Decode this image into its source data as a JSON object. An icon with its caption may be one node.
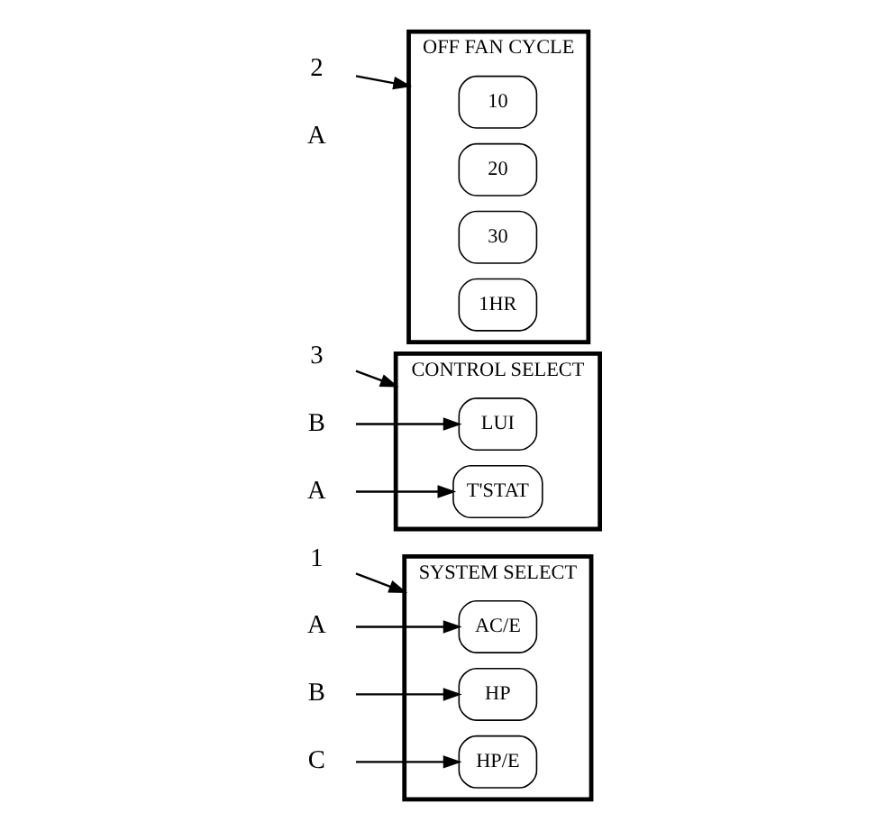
{
  "diagram": {
    "nodes": [
      {
        "text": [
          "SYSTEM SELECT"
        ]
      },
      {
        "text": [
          "AC/E"
        ],
        "in": 0
      },
      {
        "text": [
          "HP"
        ],
        "in": 0
      },
      {
        "text": [
          "HP/E"
        ],
        "in": 0
      },
      {
        "text": [
          "CONTROL SELECT"
        ]
      },
      {
        "text": [
          "LUI"
        ],
        "in": 4
      },
      {
        "text": [
          "T'STAT"
        ],
        "in": 4
      },
      {
        "text": [
          "OFF FAN CYCLE"
        ]
      },
      {
        "text": [
          "10"
        ],
        "in": 7
      },
      {
        "text": [
          "20"
        ],
        "in": 7
      },
      {
        "text": [
          "30"
        ],
        "in": 7
      },
      {
        "text": [
          "1HR"
        ],
        "in": 7
      },
      {
        "text": [
          "1"
        ]
      },
      {
        "text": [
          "A"
        ]
      },
      {
        "text": [
          "B"
        ]
      },
      {
        "text": [
          "C"
        ]
      },
      {
        "text": [
          "3"
        ]
      },
      {
        "text": [
          "B"
        ]
      },
      {
        "text": [
          "A"
        ]
      },
      {
        "text": [
          "2"
        ]
      }
    ],
    "edges": [
      {
        "from": 12,
        "to": 0,
        "arrow": "to"
      },
      {
        "from": 13,
        "to": 1,
        "arrow": "to"
      },
      {
        "from": 14,
        "to": 2,
        "arrow": "to"
      },
      {
        "from": 15,
        "to": 3,
        "arrow": "to"
      },
      {
        "from": 16,
        "to": 4,
        "arrow": "to"
      },
      {
        "from": 17,
        "to": 5,
        "arrow": "to"
      },
      {
        "from": 18,
        "to": 6,
        "arrow": "to"
      },
      {
        "from": 19,
        "to": 7,
        "arrow": "to"
      }
    ],
    "labels": [
      "A"
    ]
  }
}
